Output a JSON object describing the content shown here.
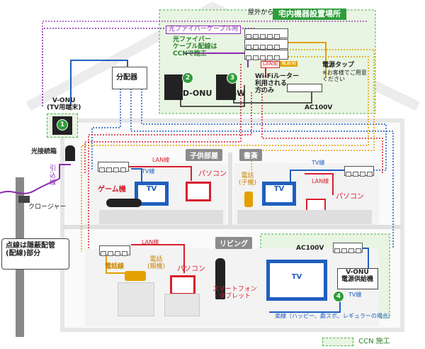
{
  "labels": {
    "install_area_title": "宅内機器設置場所",
    "outdoor_from": "屋外から",
    "fiber_cable_tag": "光ファイバーケーブル用",
    "fiber_wiring_note": "光ファイバー\nケーブル配線は\nCCNで施工",
    "lan_use": "LAN用",
    "power_use": "電源用",
    "power_tap": "電源タップ",
    "power_tap_note": "※お客様でご用意\nください",
    "wifi_router": "Wi-Fiルーター\n利用される\n方のみ",
    "ac100v_top": "AC100V",
    "splitter": "分配器",
    "d_onu": "D-ONU",
    "hgw": "HGW",
    "v_onu_title": "V-ONU\n(TV用端末)",
    "optical_box": "光接続箱",
    "drop_line": "引\n込\n線",
    "closure": "クロージャー",
    "concealed_note": "点線は隠蔽配管\n(配線)部分",
    "kids_room": "子供部屋",
    "study": "書斎",
    "living": "リビング",
    "lan_line": "LAN線",
    "tv_line": "TV線",
    "game": "ゲーム機",
    "tv": "TV",
    "pc": "パソコン",
    "phone_child": "電話\n(子機)",
    "phone_parent": "電話\n(親機)",
    "phone_line": "電話線",
    "smartphone": "スマートフォン\n・タブレット",
    "ac100v_living": "AC100V",
    "v_onu_power": "V-ONU\n電源供給機",
    "music_line": "楽線（ハッピー、劇スポ、レギュラーの場合）",
    "ccn_legend": "CCN 施工"
  },
  "badges": {
    "b1": "1",
    "b2": "2",
    "b3": "3",
    "b4": "4"
  },
  "colors": {
    "green_area": "#e8f5e2",
    "green_border": "#4caf50",
    "lan": "#d7202e",
    "tv": "#1f5fc0",
    "fiber": "#8a2bb0",
    "phone": "#e3a000"
  }
}
